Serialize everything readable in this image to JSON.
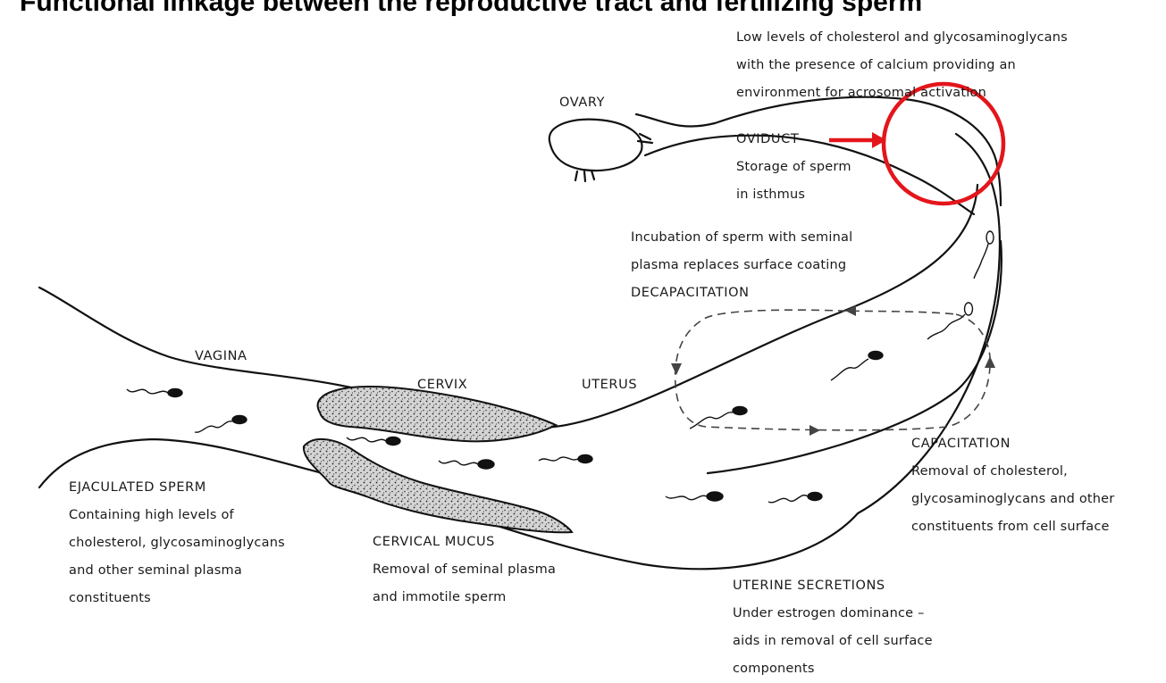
{
  "title": "Functional linkage between the reproductive tract and fertilizing sperm",
  "colors": {
    "highlight": "#e3161b",
    "line": "#111111",
    "stipple": "#cfcfcf"
  },
  "labels": {
    "ovary": "OVARY",
    "oviduct": {
      "heading": "OVIDUCT",
      "lines": [
        "Storage of sperm",
        "in isthmus"
      ]
    },
    "top_note": {
      "lines": [
        "Low levels of cholesterol and glycosaminoglycans",
        "with the presence of calcium providing an",
        "environment for acrosomal activation"
      ]
    },
    "decapacitation": {
      "lines": [
        "Incubation of sperm with seminal",
        "plasma replaces surface coating"
      ],
      "heading": "DECAPACITATION"
    },
    "vagina": "VAGINA",
    "cervix": "CERVIX",
    "uterus": "UTERUS",
    "capacitation": {
      "heading": "CAPACITATION",
      "lines": [
        "Removal of cholesterol,",
        "glycosaminoglycans and other",
        "constituents from cell surface"
      ]
    },
    "ejaculated_sperm": {
      "heading": "EJACULATED SPERM",
      "lines": [
        "Containing high levels of",
        "cholesterol, glycosaminoglycans",
        "and other seminal plasma",
        "constituents"
      ]
    },
    "cervical_mucus": {
      "heading": "CERVICAL MUCUS",
      "lines": [
        "Removal of seminal plasma",
        "and immotile sperm"
      ]
    },
    "uterine_secretions": {
      "heading": "UTERINE SECRETIONS",
      "lines": [
        "Under estrogen dominance –",
        "aids in removal of cell surface",
        "components"
      ]
    }
  }
}
